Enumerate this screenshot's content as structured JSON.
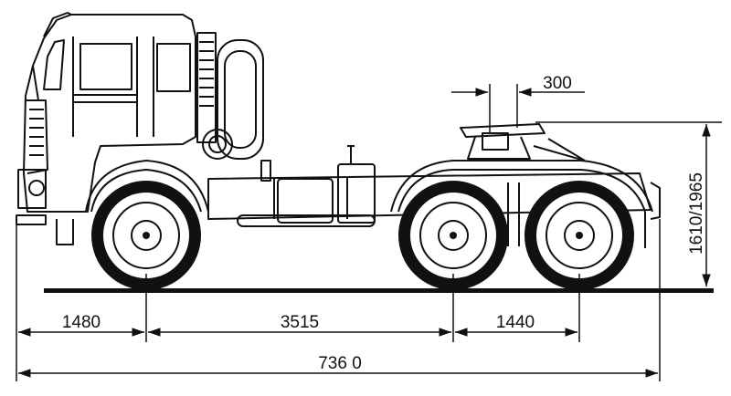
{
  "drawing": {
    "subject": "tractor unit 6x6 side view",
    "line_color": "#111111",
    "background": "#ffffff"
  },
  "dimensions": {
    "front_overhang": "1480",
    "wheelbase_front_to_mid": "3515",
    "rear_axle_spacing": "1440",
    "overall_length": "7360",
    "overall_length_display": "736 0",
    "fifth_wheel_offset": "300",
    "coupling_height": "1610/1965"
  }
}
